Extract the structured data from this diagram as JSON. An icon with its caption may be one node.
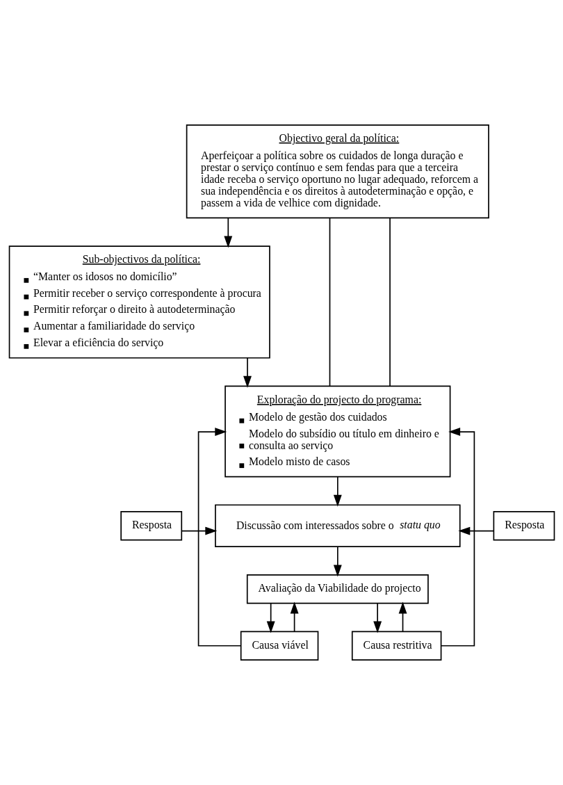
{
  "diagram": {
    "nodes": [
      {
        "text": [
          "Objectivo geral da política:",
          "Aperfeiçoar a política sobre os cuidados de longa duração e prestar o serviço contínuo e sem fendas para que a terceira idade receba o serviço oportuno no lugar adequado, reforcem a sua independência e os direitos à autodeterminação e opção, e passem a vida de velhice com dignidade."
        ]
      },
      {
        "text": [
          "Sub-objectivos da política:",
          "“Manter os idosos no domicílio”",
          "Permitir receber o serviço correspondente à procura",
          "Permitir reforçar o direito à autodeterminação",
          "Aumentar a familiaridade do serviço",
          "Elevar a eficiência do serviço"
        ]
      },
      {
        "text": [
          "Exploração do projecto do programa:",
          "Modelo de gestão dos cuidados",
          "Modelo do subsídio ou título em dinheiro e consulta ao serviço",
          "Modelo misto de casos"
        ]
      },
      {
        "text": [
          "Resposta"
        ]
      },
      {
        "text": [
          "Discussão com interessados sobre o *statu quo*"
        ]
      },
      {
        "text": [
          "Resposta"
        ]
      },
      {
        "text": [
          "Avaliação da Viabilidade do projecto"
        ]
      },
      {
        "text": [
          "Causa viável"
        ]
      },
      {
        "text": [
          "Causa restritiva"
        ]
      }
    ],
    "edges": [
      {
        "from": 0,
        "to": 1,
        "arrow": "to"
      },
      {
        "from": 1,
        "to": 2,
        "arrow": "to"
      },
      {
        "from": 0,
        "to": 2,
        "arrow": "none"
      },
      {
        "from": 0,
        "to": 2,
        "arrow": "none"
      },
      {
        "from": 2,
        "to": 4,
        "arrow": "to"
      },
      {
        "from": 3,
        "to": 4,
        "arrow": "to"
      },
      {
        "from": 5,
        "to": 4,
        "arrow": "to"
      },
      {
        "from": 4,
        "to": 6,
        "arrow": "to"
      },
      {
        "from": 6,
        "to": 7,
        "arrow": "to"
      },
      {
        "from": 6,
        "to": 8,
        "arrow": "to"
      },
      {
        "from": 7,
        "to": 2,
        "arrow": "to"
      },
      {
        "from": 7,
        "to": 6,
        "arrow": "to"
      },
      {
        "from": 8,
        "to": 2,
        "arrow": "to"
      },
      {
        "from": 8,
        "to": 6,
        "arrow": "to"
      }
    ]
  }
}
